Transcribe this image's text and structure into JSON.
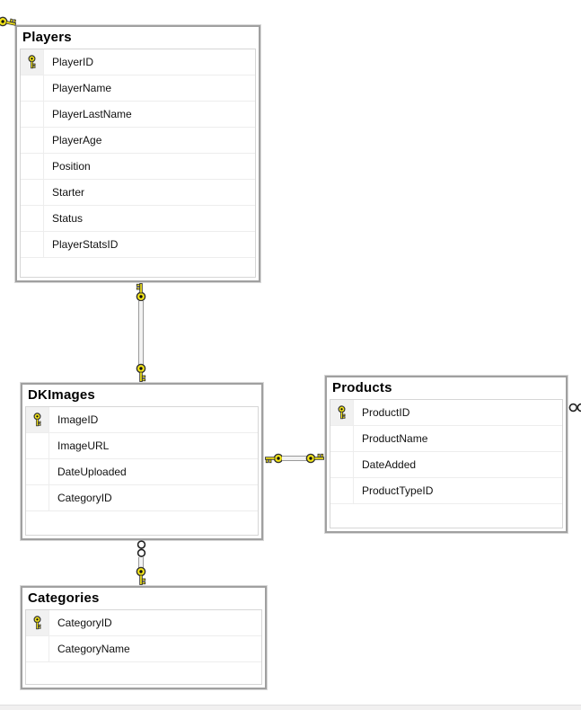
{
  "app": {
    "type": "database-diagram"
  },
  "diagram": {
    "tables": [
      {
        "name": "Players",
        "columns": [
          {
            "name": "PlayerID",
            "pk": true
          },
          {
            "name": "PlayerName",
            "pk": false
          },
          {
            "name": "PlayerLastName",
            "pk": false
          },
          {
            "name": "PlayerAge",
            "pk": false
          },
          {
            "name": "Position",
            "pk": false
          },
          {
            "name": "Starter",
            "pk": false
          },
          {
            "name": "Status",
            "pk": false
          },
          {
            "name": "PlayerStatsID",
            "pk": false
          }
        ]
      },
      {
        "name": "DKImages",
        "columns": [
          {
            "name": "ImageID",
            "pk": true
          },
          {
            "name": "ImageURL",
            "pk": false
          },
          {
            "name": "DateUploaded",
            "pk": false
          },
          {
            "name": "CategoryID",
            "pk": false
          }
        ]
      },
      {
        "name": "Products",
        "columns": [
          {
            "name": "ProductID",
            "pk": true
          },
          {
            "name": "ProductName",
            "pk": false
          },
          {
            "name": "DateAdded",
            "pk": false
          },
          {
            "name": "ProductTypeID",
            "pk": false
          }
        ]
      },
      {
        "name": "Categories",
        "columns": [
          {
            "name": "CategoryID",
            "pk": true
          },
          {
            "name": "CategoryName",
            "pk": false
          }
        ]
      }
    ],
    "relationships": [
      {
        "from": "Players",
        "to": "DKImages",
        "from_end": "key",
        "to_end": "key"
      },
      {
        "from": "DKImages",
        "to": "Products",
        "from_end": "key",
        "to_end": "key"
      },
      {
        "from": "DKImages",
        "to": "Categories",
        "from_end": "many",
        "to_end": "key"
      },
      {
        "from": "Players",
        "to": "offscreen-left",
        "from_end": "key",
        "to_end": "offscreen"
      },
      {
        "from": "Products",
        "to": "offscreen-right",
        "from_end": "many",
        "to_end": "offscreen"
      }
    ]
  },
  "colors": {
    "key_yellow": "#f7e817",
    "table_border": "#a0a0a0",
    "grid_border": "#d6d6d6",
    "row_separator": "#ededed",
    "connector_gray": "#9a9a9a",
    "bottom_bar": "#f1f0f0",
    "background": "#ffffff"
  }
}
